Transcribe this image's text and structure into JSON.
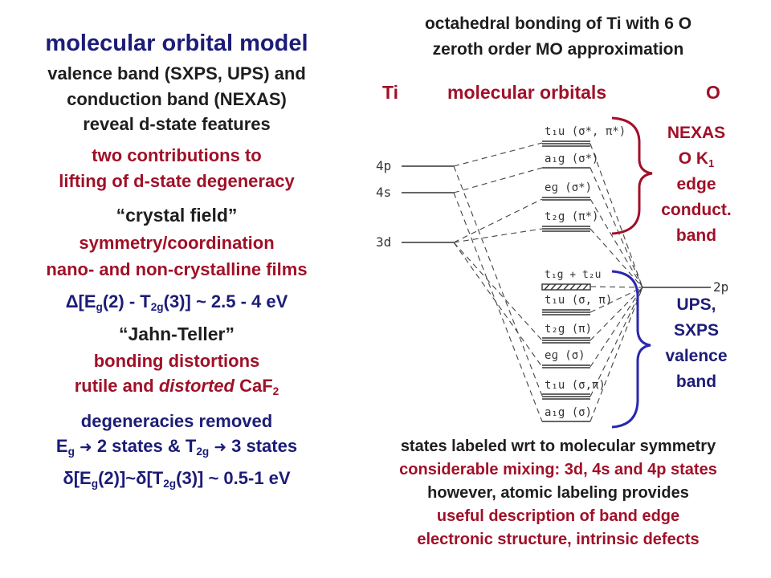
{
  "left": {
    "title": "molecular orbital model",
    "intro": [
      "valence band (SXPS, UPS) and",
      "conduction band (NEXAS)",
      "reveal d-state features"
    ],
    "contrib": [
      "two contributions to",
      "lifting of d-state degeneracy"
    ],
    "crystal_field": {
      "heading": "“crystal field”",
      "line1": "symmetry/coordination",
      "line2": "nano- and non-crystalline films",
      "eq_delta": "Δ",
      "eq_a": "[E",
      "eq_a_sub": "g",
      "eq_b": "(2) - T",
      "eq_b_sub": "2g",
      "eq_c": "(3)] ~ 2.5 - 4 eV"
    },
    "jahn_teller": {
      "heading": "“Jahn-Teller”",
      "line1": "bonding distortions",
      "line2_a": "rutile and ",
      "line2_b": "distorted",
      "line2_c": " CaF",
      "line2_sub": "2"
    },
    "degeneracies": {
      "heading": "degeneracies removed",
      "e_a": "E",
      "e_sub": "g",
      "arrow": "➜",
      "e_b": " 2 states & T",
      "t_sub": "2g",
      "e_c": " 3 states",
      "eq_delta": "δ",
      "eq_a": "[E",
      "eq_a_sub": "g",
      "eq_b": "(2)]~",
      "eq_delta2": "δ",
      "eq_c": "[T",
      "eq_c_sub": "2g",
      "eq_d": "(3)] ~ 0.5-1 eV"
    }
  },
  "right": {
    "header": [
      "octahedral bonding of Ti with 6 O",
      "zeroth order MO approximation"
    ],
    "col_ti": "Ti",
    "col_mo": "molecular orbitals",
    "col_o": "O",
    "nexas": {
      "l1": "NEXAS",
      "l2_a": "O K",
      "l2_sub": "1",
      "l3": "edge",
      "l4": "conduct.",
      "l5": "band"
    },
    "ups": [
      "UPS,",
      "SXPS",
      "valence",
      "band"
    ],
    "notes": [
      "states labeled wrt to molecular symmetry",
      "considerable mixing: 3d, 4s and 4p states",
      "however, atomic labeling provides",
      "useful description of band edge",
      "electronic structure, intrinsic defects"
    ]
  },
  "diagram": {
    "atomic": {
      "ti_4p": "4p",
      "ti_4s": "4s",
      "ti_3d": "3d",
      "o_2p": "2p"
    },
    "mo": {
      "t1u_star": "t₁u (σ*, π*)",
      "a1g_star": "a₁g (σ*)",
      "eg_star": "eɡ (σ*)",
      "t2g_star": "t₂g (π*)",
      "nonbond": "t₁g + t₂u",
      "t1u": "t₁u (σ, π)",
      "t2g": "t₂g (π)",
      "eg": "eɡ (σ)",
      "t1u_low": "t₁u (σ,π)",
      "a1g": "a₁g (σ)"
    }
  },
  "colors": {
    "navy": "#1c1c78",
    "red": "#a01028",
    "nexas_bracket": "#a01028",
    "ups_bracket": "#2828b0"
  }
}
